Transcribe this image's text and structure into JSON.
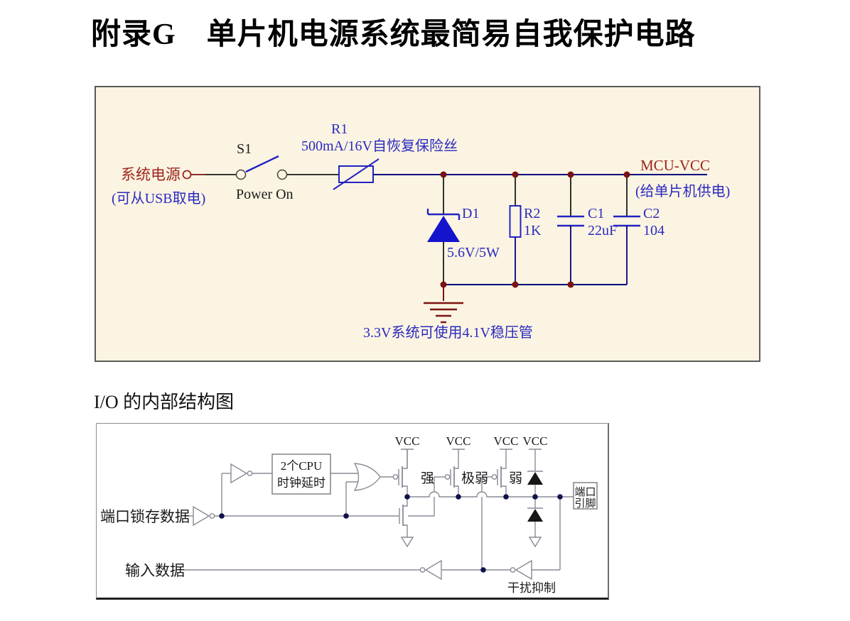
{
  "title": "附录G　单片机电源系统最简易自我保护电路",
  "io_heading": "I/O 的内部结构图",
  "colors": {
    "schematic_background": "#fbf4e2",
    "component_blue": "#2323c4",
    "blue_label": "#3a3ac6",
    "wire_navy": "#00007d",
    "wire_black": "#1a1a1a",
    "junction_red": "#7a1212",
    "net_label_red": "#9c241c",
    "io_line_gray": "#8a8a96",
    "io_dot_navy": "#10104d"
  },
  "power_circuit": {
    "source_label": "系统电源",
    "source_note": "(可从USB取电)",
    "switch_ref": "S1",
    "switch_label": "Power On",
    "fuse_ref": "R1",
    "fuse_desc": "500mA/16V自恢复保险丝",
    "zener_ref": "D1",
    "zener_value": "5.6V/5W",
    "resistor_ref": "R2",
    "resistor_value": "1K",
    "cap1_ref": "C1",
    "cap1_value": "22uF",
    "cap2_ref": "C2",
    "cap2_value": "104",
    "output_label": "MCU-VCC",
    "output_note": "(给单片机供电)",
    "note": "3.3V系统可使用4.1V稳压管"
  },
  "io_diagram": {
    "latch_label": "端口锁存数据",
    "input_label": "输入数据",
    "delay_box_line1": "2个CPU",
    "delay_box_line2": "时钟延时",
    "vcc_label": "VCC",
    "fet_strong": "强",
    "fet_very_weak": "极弱",
    "fet_weak": "弱",
    "pin_box_line1": "端口",
    "pin_box_line2": "引脚",
    "suppress_label": "干扰抑制"
  }
}
